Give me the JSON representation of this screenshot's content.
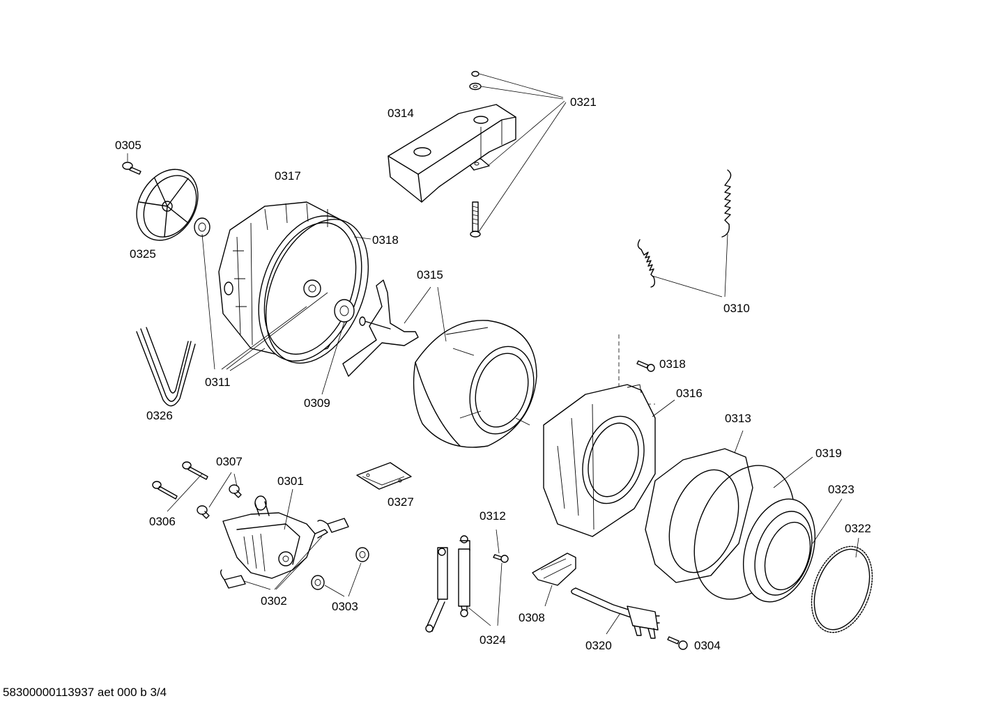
{
  "diagram": {
    "labels": {
      "p0301": "0301",
      "p0302": "0302",
      "p0303": "0303",
      "p0304": "0304",
      "p0305": "0305",
      "p0306": "0306",
      "p0307": "0307",
      "p0308": "0308",
      "p0309": "0309",
      "p0310": "0310",
      "p0311": "0311",
      "p0312": "0312",
      "p0313": "0313",
      "p0314": "0314",
      "p0315": "0315",
      "p0316": "0316",
      "p0317": "0317",
      "p0318a": "0318",
      "p0318b": "0318",
      "p0319": "0319",
      "p0320": "0320",
      "p0321": "0321",
      "p0322": "0322",
      "p0323": "0323",
      "p0324": "0324",
      "p0325": "0325",
      "p0326": "0326",
      "p0327": "0327"
    },
    "footer": "58300000113937 aet 000 b 3/4"
  }
}
